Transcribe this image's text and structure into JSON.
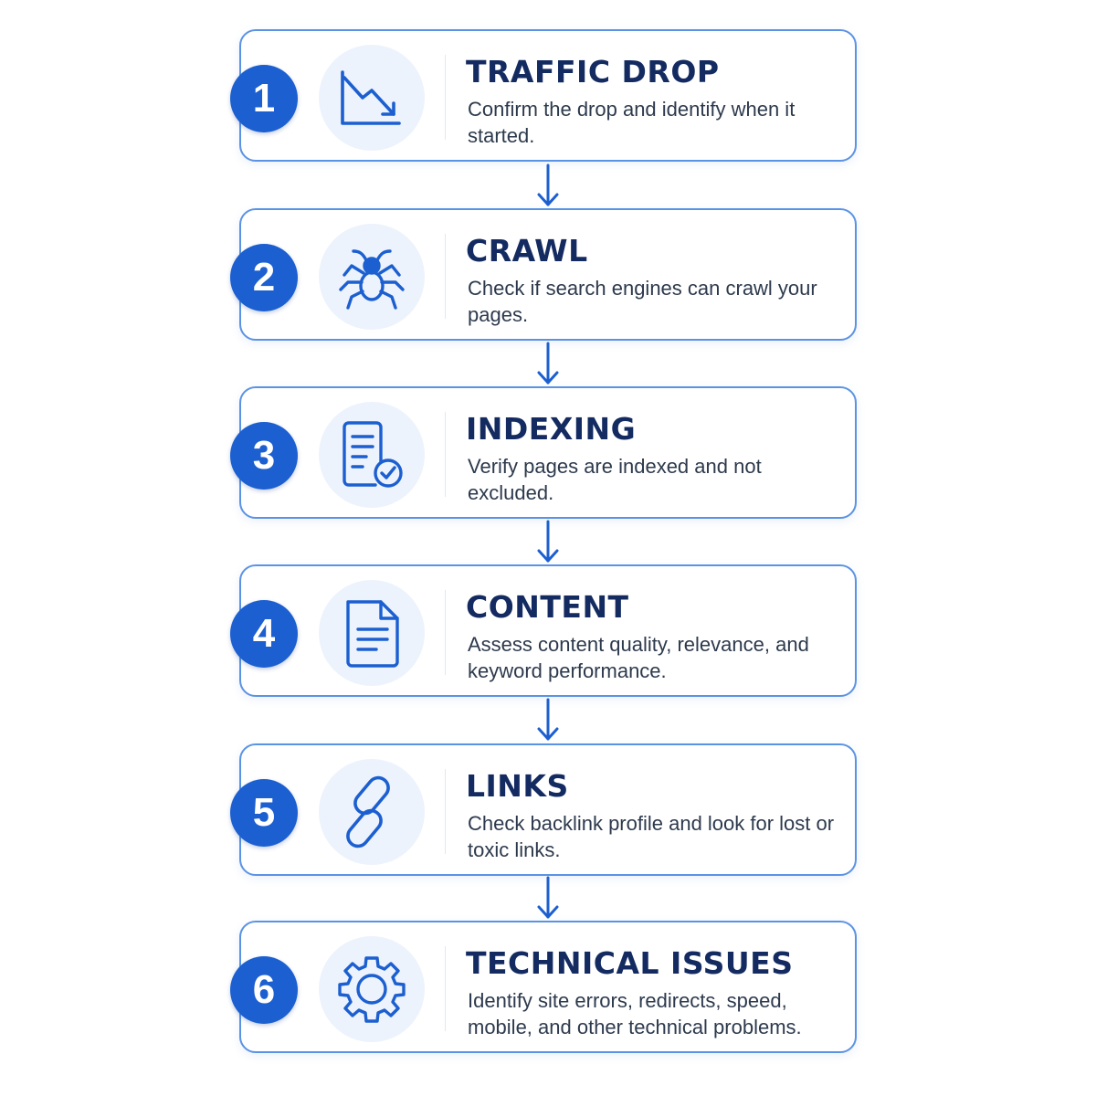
{
  "steps": [
    {
      "number": "1",
      "title": "TRAFFIC DROP",
      "description": "Confirm the drop and identify when it started.",
      "icon": "trending-down-icon"
    },
    {
      "number": "2",
      "title": "CRAWL",
      "description": "Check if search engines can crawl your pages.",
      "icon": "spider-icon"
    },
    {
      "number": "3",
      "title": "INDEXING",
      "description": "Verify pages are indexed and not excluded.",
      "icon": "document-check-icon"
    },
    {
      "number": "4",
      "title": "CONTENT",
      "description": "Assess content quality, relevance, and keyword performance.",
      "icon": "document-icon"
    },
    {
      "number": "5",
      "title": "LINKS",
      "description": "Check backlink profile and look for lost or toxic links.",
      "icon": "link-icon"
    },
    {
      "number": "6",
      "title": "TECHNICAL ISSUES",
      "description": "Identify site errors, redirects, speed, mobile, and other technical problems.",
      "icon": "gear-icon"
    }
  ],
  "colors": {
    "accent": "#1c5fd0",
    "card_border": "#5b93e4",
    "icon_background": "#edf3fc",
    "title_text": "#142b61",
    "body_text": "#2d3a4d"
  }
}
